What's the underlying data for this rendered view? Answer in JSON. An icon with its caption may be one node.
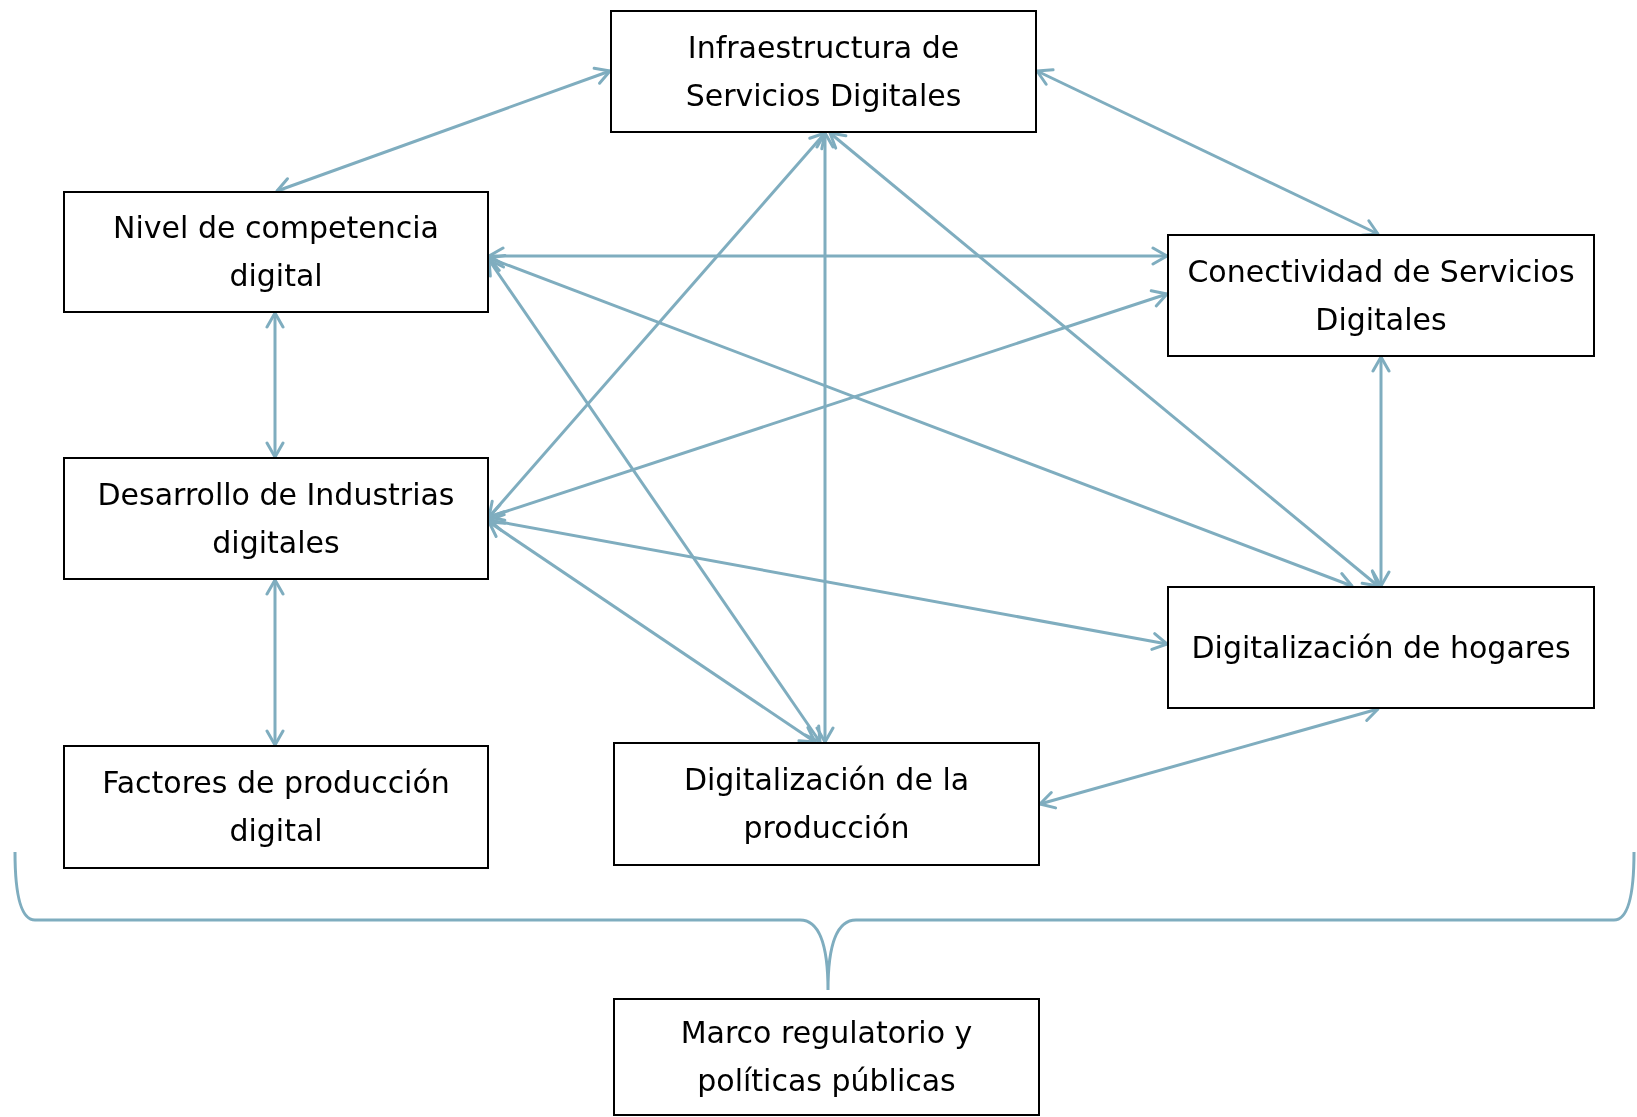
{
  "diagram": {
    "nodes": [
      {
        "text": [
          "Infraestructura de Servicios Digitales"
        ]
      },
      {
        "text": [
          "Nivel de competencia digital"
        ]
      },
      {
        "text": [
          "Conectividad de Servicios Digitales"
        ]
      },
      {
        "text": [
          "Desarrollo de Industrias digitales"
        ]
      },
      {
        "text": [
          "Digitalización de hogares"
        ]
      },
      {
        "text": [
          "Factores de producción digital"
        ]
      },
      {
        "text": [
          "Digitalización de la producción"
        ]
      },
      {
        "text": [
          "Marco regulatorio y políticas públicas"
        ]
      }
    ],
    "edges": [
      {
        "from": 0,
        "to": 1,
        "arrow": "both"
      },
      {
        "from": 0,
        "to": 2,
        "arrow": "both"
      },
      {
        "from": 0,
        "to": 3,
        "arrow": "both"
      },
      {
        "from": 0,
        "to": 6,
        "arrow": "both"
      },
      {
        "from": 0,
        "to": 4,
        "arrow": "both"
      },
      {
        "from": 1,
        "to": 2,
        "arrow": "both"
      },
      {
        "from": 1,
        "to": 3,
        "arrow": "both"
      },
      {
        "from": 1,
        "to": 4,
        "arrow": "both"
      },
      {
        "from": 1,
        "to": 6,
        "arrow": "both"
      },
      {
        "from": 2,
        "to": 3,
        "arrow": "both"
      },
      {
        "from": 2,
        "to": 4,
        "arrow": "both"
      },
      {
        "from": 3,
        "to": 4,
        "arrow": "both"
      },
      {
        "from": 3,
        "to": 6,
        "arrow": "both"
      },
      {
        "from": 3,
        "to": 5,
        "arrow": "both"
      },
      {
        "from": 4,
        "to": 6,
        "arrow": "both"
      }
    ]
  }
}
